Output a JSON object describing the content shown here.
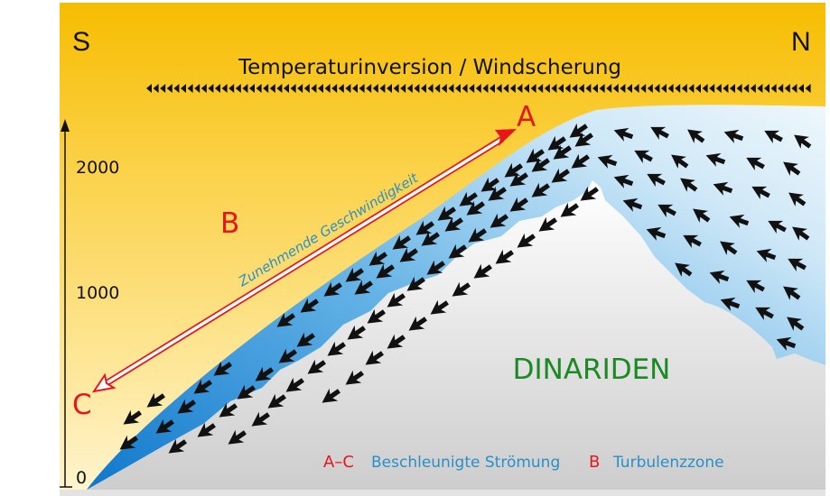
{
  "compass": {
    "south": "S",
    "north": "N"
  },
  "header": {
    "title": "Temperaturinversion / Windscherung"
  },
  "axis": {
    "ticks": [
      "2000",
      "1000",
      "0"
    ]
  },
  "markers": {
    "a": "A",
    "b": "B",
    "c": "C"
  },
  "annotation": {
    "speed_label": "Zunehmende Geschwindigkeit"
  },
  "mountain": {
    "label": "DINARIDEN"
  },
  "legend": {
    "ac_key": "A–C",
    "ac_text": "Beschleunigte Strömung",
    "b_key": "B",
    "b_text": "Turbulenzzone"
  },
  "colors": {
    "sky_top": "#f6bd00",
    "sky_bottom": "#fff3c8",
    "flow_dark": "#1a86d6",
    "flow_light": "#e9f5fc",
    "mountain_top": "#ffffff",
    "mountain_bottom": "#cfcfcf",
    "marker_red": "#e8161b",
    "label_blue": "#2a8fc7",
    "label_green": "#1b8a25",
    "arrow": "#111111"
  }
}
